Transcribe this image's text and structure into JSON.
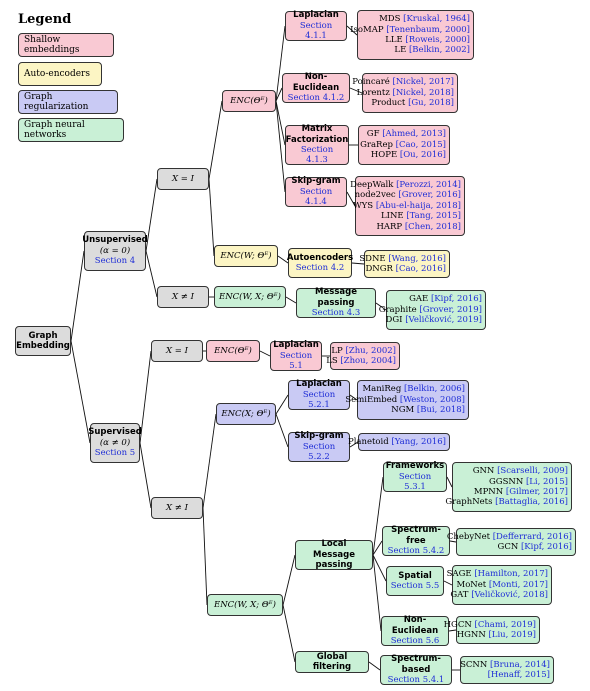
{
  "legend": {
    "title": "Legend",
    "items": [
      {
        "label": "Shallow embeddings",
        "color": "#f9c9d3"
      },
      {
        "label": "Auto-encoders",
        "color": "#fcf5c4"
      },
      {
        "label": "Graph regularization",
        "color": "#c9caf4"
      },
      {
        "label": "Graph neural networks",
        "color": "#c9f0d6"
      }
    ]
  },
  "root": {
    "line1": "Graph",
    "line2": "Embedding"
  },
  "unsupervised": {
    "title": "Unsupervised",
    "cond": "(α = 0)",
    "section": "Section 4"
  },
  "supervised": {
    "title": "Supervised",
    "cond": "(α ≠ 0)",
    "section": "Section 5"
  },
  "u_eq": "X = I",
  "u_neq": "X ≠ I",
  "s_eq": "X = I",
  "s_neq": "X ≠ I",
  "u_enc": "ENC(Θᴱ)",
  "u_ae_enc": "ENC(W; Θᴱ)",
  "u_mp_enc": "ENC(W, X; Θᴱ)",
  "s_enc": "ENC(Θᴱ)",
  "s_reg_enc": "ENC(X; Θᴱ)",
  "s_gnn_enc": "ENC(W, X; Θᴱ)",
  "methods": {
    "laplacian_u": {
      "title": "Laplacian",
      "section": "Section 4.1.1"
    },
    "noneuclid_u": {
      "title": "Non-Euclidean",
      "section": "Section 4.1.2"
    },
    "matrix_u": {
      "title1": "Matrix",
      "title2": "Factorization",
      "section": "Section 4.1.3"
    },
    "skipgram_u": {
      "title": "Skip-gram",
      "section": "Section 4.1.4"
    },
    "autoenc": {
      "title": "Autoencoders",
      "section": "Section 4.2"
    },
    "msgpass": {
      "title": "Message passing",
      "section": "Section 4.3"
    },
    "laplacian_s": {
      "title": "Laplacian",
      "section": "Section 5.1"
    },
    "laplacian_reg": {
      "title": "Laplacian",
      "section": "Section 5.2.1"
    },
    "skipgram_reg": {
      "title": "Skip-gram",
      "section": "Section 5.2.2"
    },
    "local_mp": {
      "title1": "Local",
      "title2": "Message passing"
    },
    "global_filt": {
      "title": "Global filtering"
    },
    "frameworks": {
      "title": "Frameworks",
      "section": "Section 5.3.1"
    },
    "spectrum_free": {
      "title": "Spectrum-free",
      "section": "Section 5.4.2"
    },
    "spatial": {
      "title": "Spatial",
      "section": "Section 5.5"
    },
    "noneuclid_s": {
      "title": "Non-Euclidean",
      "section": "Section 5.6"
    },
    "spectrum_based": {
      "title": "Spectrum-based",
      "section": "Section 5.4.1"
    }
  },
  "leaves": {
    "laplacian_u": [
      [
        "MDS ",
        "[Kruskal, 1964]"
      ],
      [
        "IsoMAP ",
        "[Tenenbaum, 2000]"
      ],
      [
        "LLE ",
        "[Roweis, 2000]"
      ],
      [
        "LE ",
        "[Belkin, 2002]"
      ]
    ],
    "noneuclid_u": [
      [
        "Poincaré ",
        "[Nickel, 2017]"
      ],
      [
        "Lorentz ",
        "[Nickel, 2018]"
      ],
      [
        "Product ",
        "[Gu, 2018]"
      ]
    ],
    "matrix_u": [
      [
        "GF ",
        "[Ahmed, 2013]"
      ],
      [
        "GraRep ",
        "[Cao, 2015]"
      ],
      [
        "HOPE ",
        "[Ou, 2016]"
      ]
    ],
    "skipgram_u": [
      [
        "DeepWalk ",
        "[Perozzi, 2014]"
      ],
      [
        "node2vec ",
        "[Grover, 2016]"
      ],
      [
        "WYS ",
        "[Abu-el-haija, 2018]"
      ],
      [
        "LINE ",
        "[Tang, 2015]"
      ],
      [
        "HARP ",
        "[Chen, 2018]"
      ]
    ],
    "autoenc": [
      [
        "SDNE ",
        "[Wang, 2016]"
      ],
      [
        "DNGR ",
        "[Cao, 2016]"
      ]
    ],
    "msgpass": [
      [
        "GAE ",
        "[Kipf, 2016]"
      ],
      [
        "Graphite ",
        "[Grover, 2019]"
      ],
      [
        "DGI ",
        "[Veličković, 2019]"
      ]
    ],
    "laplacian_s": [
      [
        "LP ",
        "[Zhu, 2002]"
      ],
      [
        "LS ",
        "[Zhou, 2004]"
      ]
    ],
    "laplacian_reg": [
      [
        "ManiReg ",
        "[Belkin, 2006]"
      ],
      [
        "SemiEmbed ",
        "[Weston, 2008]"
      ],
      [
        "NGM ",
        "[Bui, 2018]"
      ]
    ],
    "skipgram_reg": [
      [
        "Planetoid ",
        "[Yang, 2016]"
      ]
    ],
    "frameworks": [
      [
        "GNN ",
        "[Scarselli, 2009]"
      ],
      [
        "GGSNN ",
        "[Li, 2015]"
      ],
      [
        "MPNN ",
        "[Gilmer, 2017]"
      ],
      [
        "GraphNets ",
        "[Battaglia, 2016]"
      ]
    ],
    "spectrum_free": [
      [
        "ChebyNet ",
        "[Defferrard, 2016]"
      ],
      [
        "GCN ",
        "[Kipf, 2016]"
      ]
    ],
    "spatial": [
      [
        "SAGE ",
        "[Hamilton, 2017]"
      ],
      [
        "MoNet ",
        "[Monti, 2017]"
      ],
      [
        "GAT ",
        "[Veličković, 2018]"
      ]
    ],
    "noneuclid_s": [
      [
        "HGCN ",
        "[Chami, 2019]"
      ],
      [
        "HGNN ",
        "[Liu, 2019]"
      ]
    ],
    "spectrum_based": [
      [
        "SCNN ",
        "[Bruna, 2014]"
      ],
      [
        "[Henaff, 2015]",
        ""
      ]
    ]
  }
}
